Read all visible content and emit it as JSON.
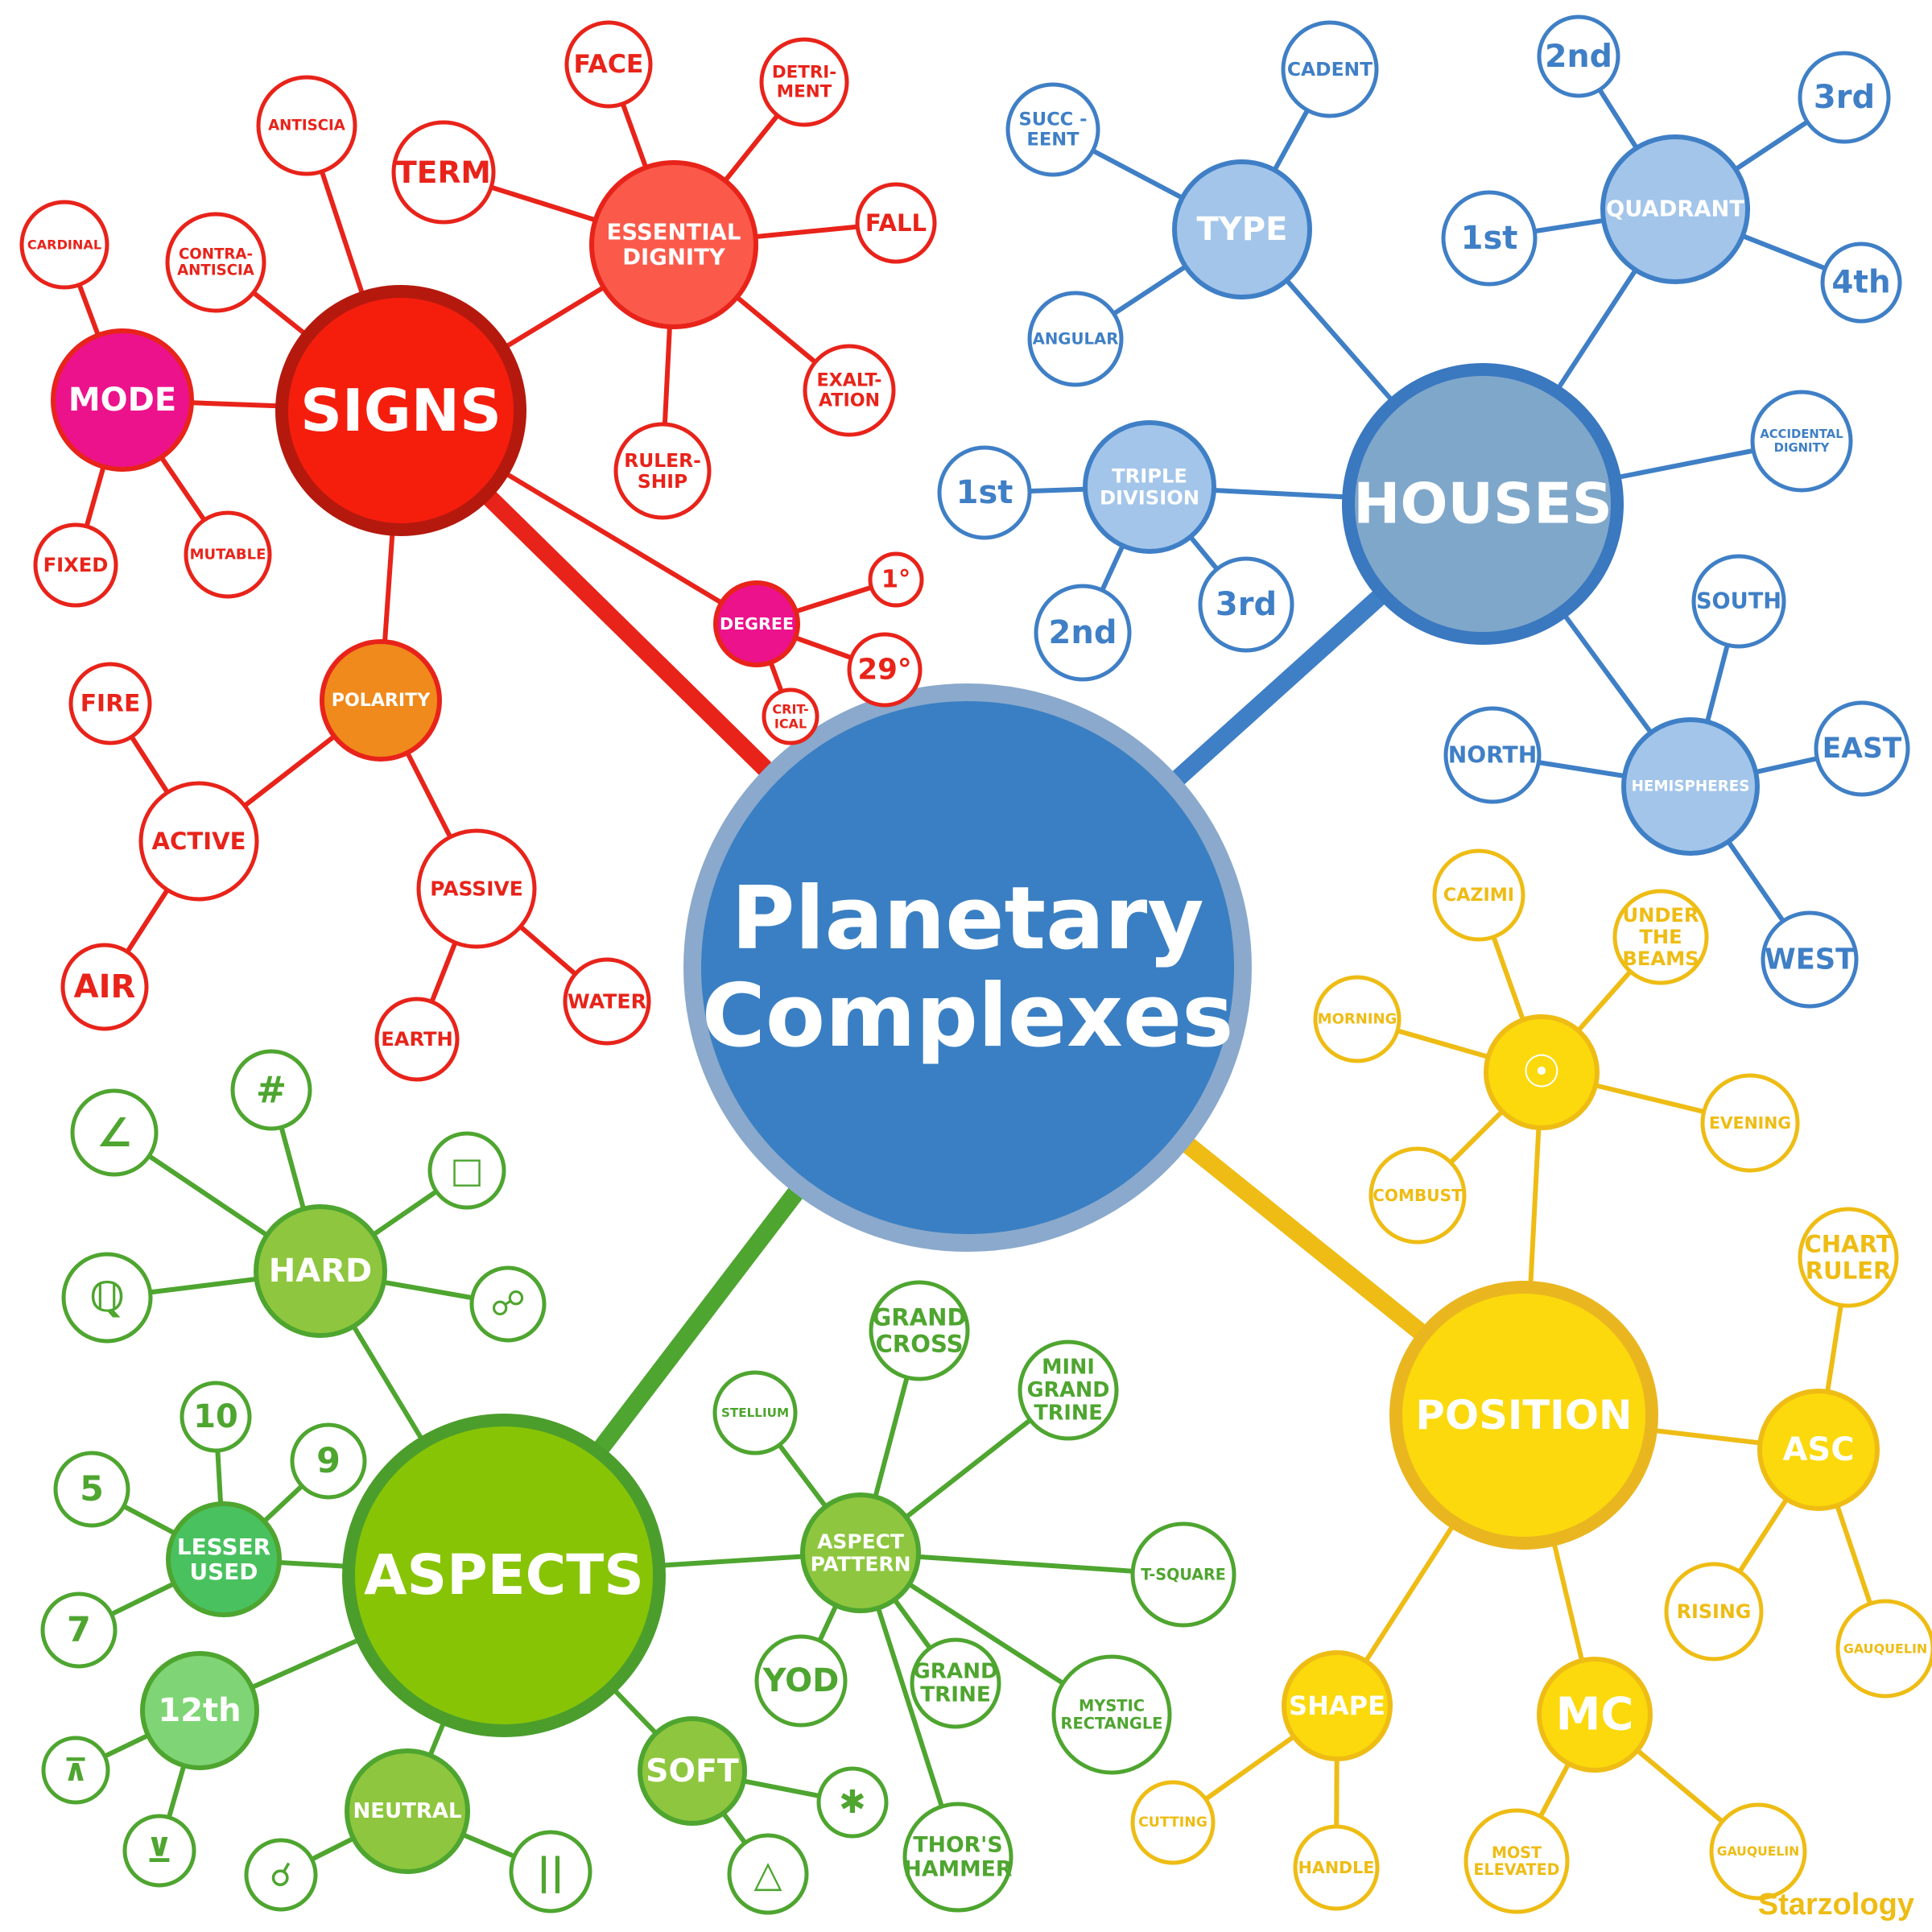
{
  "title_lines": [
    "Planetary",
    "Complexes"
  ],
  "credit": "Starzology",
  "colors": {
    "signs": "#e8231a",
    "houses": "#3f7fc6",
    "aspects": "#4ea52f",
    "position": "#eebc14",
    "center_fill": "#3a7fc3",
    "center_ring": "#8aa9cc",
    "credit": "#eebc14"
  },
  "nodes": [
    {
      "id": "center",
      "lines": [
        "Planetary",
        "Complexes"
      ],
      "color": "center",
      "kind": "center",
      "name": "planetary-complexes-node"
    },
    {
      "id": "signs",
      "lines": [
        "SIGNS"
      ],
      "color": "signs",
      "kind": "hub",
      "fill": "#f51e0d",
      "ring": "#b5190e",
      "name": "signs-node"
    },
    {
      "id": "mode",
      "lines": [
        "MODE"
      ],
      "color": "signs",
      "kind": "filled",
      "fill": "#ec128c",
      "ring": "#e8231a",
      "name": "mode-node"
    },
    {
      "id": "cardinal",
      "lines": [
        "CARDINAL"
      ],
      "color": "signs",
      "name": "cardinal-node"
    },
    {
      "id": "fixed",
      "lines": [
        "FIXED"
      ],
      "color": "signs",
      "name": "fixed-node"
    },
    {
      "id": "mutable",
      "lines": [
        "MUTABLE"
      ],
      "color": "signs",
      "name": "mutable-node"
    },
    {
      "id": "antiscia",
      "lines": [
        "ANTISCIA"
      ],
      "color": "signs",
      "name": "antiscia-node"
    },
    {
      "id": "contra",
      "lines": [
        "CONTRA-",
        "ANTISCIA"
      ],
      "color": "signs",
      "name": "contra-antiscia-node"
    },
    {
      "id": "essential",
      "lines": [
        "ESSENTIAL",
        "DIGNITY"
      ],
      "color": "signs",
      "kind": "filled",
      "fill": "#fb5a4b",
      "ring": "#e8231a",
      "name": "essential-dignity-node"
    },
    {
      "id": "face",
      "lines": [
        "FACE"
      ],
      "color": "signs",
      "name": "face-node"
    },
    {
      "id": "term",
      "lines": [
        "TERM"
      ],
      "color": "signs",
      "name": "term-node"
    },
    {
      "id": "detriment",
      "lines": [
        "DETRI-",
        "MENT"
      ],
      "color": "signs",
      "name": "detriment-node"
    },
    {
      "id": "fall",
      "lines": [
        "FALL"
      ],
      "color": "signs",
      "name": "fall-node"
    },
    {
      "id": "exaltation",
      "lines": [
        "EXALT-",
        "ATION"
      ],
      "color": "signs",
      "name": "exaltation-node"
    },
    {
      "id": "rulership",
      "lines": [
        "RULER-",
        "SHIP"
      ],
      "color": "signs",
      "name": "rulership-node"
    },
    {
      "id": "degree",
      "lines": [
        "DEGREE"
      ],
      "color": "signs",
      "kind": "filled",
      "fill": "#ec128c",
      "ring": "#e8231a",
      "name": "degree-node"
    },
    {
      "id": "deg1",
      "lines": [
        "1°"
      ],
      "color": "signs",
      "name": "degree-1-node"
    },
    {
      "id": "deg29",
      "lines": [
        "29°"
      ],
      "color": "signs",
      "name": "degree-29-node"
    },
    {
      "id": "critical",
      "lines": [
        "CRIT-",
        "ICAL"
      ],
      "color": "signs",
      "name": "critical-node"
    },
    {
      "id": "polarity",
      "lines": [
        "POLARITY"
      ],
      "color": "signs",
      "kind": "filled",
      "fill": "#f08a1c",
      "ring": "#e8231a",
      "name": "polarity-node"
    },
    {
      "id": "active",
      "lines": [
        "ACTIVE"
      ],
      "color": "signs",
      "name": "active-node"
    },
    {
      "id": "passive",
      "lines": [
        "PASSIVE"
      ],
      "color": "signs",
      "name": "passive-node"
    },
    {
      "id": "fire",
      "lines": [
        "FIRE"
      ],
      "color": "signs",
      "name": "fire-node"
    },
    {
      "id": "air",
      "lines": [
        "AIR"
      ],
      "color": "signs",
      "name": "air-node"
    },
    {
      "id": "earth",
      "lines": [
        "EARTH"
      ],
      "color": "signs",
      "name": "earth-node"
    },
    {
      "id": "water",
      "lines": [
        "WATER"
      ],
      "color": "signs",
      "name": "water-node"
    },
    {
      "id": "houses",
      "lines": [
        "HOUSES"
      ],
      "color": "houses",
      "kind": "hub",
      "fill": "#7fa7ca",
      "ring": "#3a78c0",
      "name": "houses-node"
    },
    {
      "id": "type",
      "lines": [
        "TYPE"
      ],
      "color": "houses",
      "kind": "filled",
      "fill": "#a3c5ea",
      "ring": "#3f7fc6",
      "name": "type-node"
    },
    {
      "id": "succeent",
      "lines": [
        "SUCC -",
        "EENT"
      ],
      "color": "houses",
      "name": "succedent-node"
    },
    {
      "id": "cadent",
      "lines": [
        "CADENT"
      ],
      "color": "houses",
      "name": "cadent-node"
    },
    {
      "id": "angular",
      "lines": [
        "ANGULAR"
      ],
      "color": "houses",
      "name": "angular-node"
    },
    {
      "id": "quadrant",
      "lines": [
        "QUADRANT"
      ],
      "color": "houses",
      "kind": "filled",
      "fill": "#a3c5ea",
      "ring": "#3f7fc6",
      "name": "quadrant-node"
    },
    {
      "id": "q1",
      "lines": [
        "1st"
      ],
      "color": "houses",
      "name": "quadrant-1st-node"
    },
    {
      "id": "q2",
      "lines": [
        "2nd"
      ],
      "color": "houses",
      "name": "quadrant-2nd-node"
    },
    {
      "id": "q3",
      "lines": [
        "3rd"
      ],
      "color": "houses",
      "name": "quadrant-3rd-node"
    },
    {
      "id": "q4",
      "lines": [
        "4th"
      ],
      "color": "houses",
      "name": "quadrant-4th-node"
    },
    {
      "id": "accidental",
      "lines": [
        "ACCIDENTAL",
        "DIGNITY"
      ],
      "color": "houses",
      "name": "accidental-dignity-node"
    },
    {
      "id": "triple",
      "lines": [
        "TRIPLE",
        "DIVISION"
      ],
      "color": "houses",
      "kind": "filled",
      "fill": "#a3c5ea",
      "ring": "#3f7fc6",
      "name": "triple-division-node"
    },
    {
      "id": "t1",
      "lines": [
        "1st"
      ],
      "color": "houses",
      "name": "triple-1st-node"
    },
    {
      "id": "t2",
      "lines": [
        "2nd"
      ],
      "color": "houses",
      "name": "triple-2nd-node"
    },
    {
      "id": "t3",
      "lines": [
        "3rd"
      ],
      "color": "houses",
      "name": "triple-3rd-node"
    },
    {
      "id": "hemispheres",
      "lines": [
        "HEMISPHERES"
      ],
      "color": "houses",
      "kind": "filled",
      "fill": "#a3c5ea",
      "ring": "#3f7fc6",
      "name": "hemispheres-node"
    },
    {
      "id": "south",
      "lines": [
        "SOUTH"
      ],
      "color": "houses",
      "name": "south-node"
    },
    {
      "id": "north",
      "lines": [
        "NORTH"
      ],
      "color": "houses",
      "name": "north-node"
    },
    {
      "id": "east",
      "lines": [
        "EAST"
      ],
      "color": "houses",
      "name": "east-node"
    },
    {
      "id": "west",
      "lines": [
        "WEST"
      ],
      "color": "houses",
      "name": "west-node"
    },
    {
      "id": "position",
      "lines": [
        "POSITION"
      ],
      "color": "position",
      "kind": "hub",
      "fill": "#fbd90c",
      "ring": "#eab620",
      "name": "position-node"
    },
    {
      "id": "sun",
      "lines": [
        "☉"
      ],
      "color": "position",
      "kind": "filled",
      "fill": "#fbd90c",
      "ring": "#eebc14",
      "name": "sun-node"
    },
    {
      "id": "cazimi",
      "lines": [
        "CAZIMI"
      ],
      "color": "position",
      "name": "cazimi-node"
    },
    {
      "id": "underbeams",
      "lines": [
        "UNDER",
        "THE",
        "BEAMS"
      ],
      "color": "position",
      "name": "under-the-beams-node"
    },
    {
      "id": "morning",
      "lines": [
        "MORNING"
      ],
      "color": "position",
      "name": "morning-node"
    },
    {
      "id": "evening",
      "lines": [
        "EVENING"
      ],
      "color": "position",
      "name": "evening-node"
    },
    {
      "id": "combust",
      "lines": [
        "COMBUST"
      ],
      "color": "position",
      "name": "combust-node"
    },
    {
      "id": "asc",
      "lines": [
        "ASC"
      ],
      "color": "position",
      "kind": "filled",
      "fill": "#fbd90c",
      "ring": "#eebc14",
      "name": "asc-node"
    },
    {
      "id": "chartruler",
      "lines": [
        "CHART",
        "RULER"
      ],
      "color": "position",
      "name": "chart-ruler-node"
    },
    {
      "id": "rising",
      "lines": [
        "RISING"
      ],
      "color": "position",
      "name": "rising-node"
    },
    {
      "id": "gauquelin1",
      "lines": [
        "GAUQUELIN"
      ],
      "color": "position",
      "name": "gauquelin-asc-node"
    },
    {
      "id": "shape",
      "lines": [
        "SHAPE"
      ],
      "color": "position",
      "kind": "filled",
      "fill": "#fbd90c",
      "ring": "#eebc14",
      "name": "shape-node"
    },
    {
      "id": "cutting",
      "lines": [
        "CUTTING"
      ],
      "color": "position",
      "name": "cutting-node"
    },
    {
      "id": "handle",
      "lines": [
        "HANDLE"
      ],
      "color": "position",
      "name": "handle-node"
    },
    {
      "id": "mc",
      "lines": [
        "MC"
      ],
      "color": "position",
      "kind": "filled",
      "fill": "#fbd90c",
      "ring": "#eebc14",
      "name": "mc-node"
    },
    {
      "id": "mostelevated",
      "lines": [
        "MOST",
        "ELEVATED"
      ],
      "color": "position",
      "name": "most-elevated-node"
    },
    {
      "id": "gauquelin2",
      "lines": [
        "GAUQUELIN"
      ],
      "color": "position",
      "name": "gauquelin-mc-node"
    },
    {
      "id": "aspects",
      "lines": [
        "ASPECTS"
      ],
      "color": "aspects",
      "kind": "hub",
      "fill": "#88c406",
      "ring": "#4b9e2c",
      "name": "aspects-node"
    },
    {
      "id": "hard",
      "lines": [
        "HARD"
      ],
      "color": "aspects",
      "kind": "filled",
      "fill": "#8ec63f",
      "ring": "#4ea52f",
      "name": "hard-node"
    },
    {
      "id": "semisquare",
      "lines": [
        "∠"
      ],
      "color": "aspects",
      "name": "semisquare-node"
    },
    {
      "id": "parallel",
      "lines": [
        "#"
      ],
      "color": "aspects",
      "name": "hash-node"
    },
    {
      "id": "square",
      "lines": [
        "□"
      ],
      "color": "aspects",
      "name": "square-node"
    },
    {
      "id": "sesqui",
      "lines": [
        "ℚ"
      ],
      "color": "aspects",
      "name": "sesquiquadrate-node"
    },
    {
      "id": "opposition",
      "lines": [
        "☍"
      ],
      "color": "aspects",
      "name": "opposition-node"
    },
    {
      "id": "lesser",
      "lines": [
        "LESSER",
        "USED"
      ],
      "color": "aspects",
      "kind": "filled",
      "fill": "#49c15f",
      "ring": "#4ea52f",
      "name": "lesser-used-node"
    },
    {
      "id": "a10",
      "lines": [
        "10"
      ],
      "color": "aspects",
      "name": "aspect-10-node"
    },
    {
      "id": "a9",
      "lines": [
        "9"
      ],
      "color": "aspects",
      "name": "aspect-9-node"
    },
    {
      "id": "a5",
      "lines": [
        "5"
      ],
      "color": "aspects",
      "name": "aspect-5-node"
    },
    {
      "id": "a7",
      "lines": [
        "7"
      ],
      "color": "aspects",
      "name": "aspect-7-node"
    },
    {
      "id": "twelfth",
      "lines": [
        "12th"
      ],
      "color": "aspects",
      "kind": "filled",
      "fill": "#7fd575",
      "ring": "#4ea52f",
      "name": "twelfth-node"
    },
    {
      "id": "quincunx",
      "lines": [
        "⊼"
      ],
      "color": "aspects",
      "name": "quincunx-node"
    },
    {
      "id": "semisextile",
      "lines": [
        "⊻"
      ],
      "color": "aspects",
      "name": "semisextile-node"
    },
    {
      "id": "neutral",
      "lines": [
        "NEUTRAL"
      ],
      "color": "aspects",
      "kind": "filled",
      "fill": "#8ec63f",
      "ring": "#4ea52f",
      "name": "neutral-node"
    },
    {
      "id": "conjunction",
      "lines": [
        "☌"
      ],
      "color": "aspects",
      "name": "conjunction-node"
    },
    {
      "id": "parallelbar",
      "lines": [
        "||"
      ],
      "color": "aspects",
      "name": "parallel-node"
    },
    {
      "id": "soft",
      "lines": [
        "SOFT"
      ],
      "color": "aspects",
      "kind": "filled",
      "fill": "#8ec63f",
      "ring": "#4ea52f",
      "name": "soft-node"
    },
    {
      "id": "sextile",
      "lines": [
        "✱"
      ],
      "color": "aspects",
      "name": "sextile-node"
    },
    {
      "id": "trine",
      "lines": [
        "△"
      ],
      "color": "aspects",
      "name": "trine-node"
    },
    {
      "id": "pattern",
      "lines": [
        "ASPECT",
        "PATTERN"
      ],
      "color": "aspects",
      "kind": "filled",
      "fill": "#8ec63f",
      "ring": "#4ea52f",
      "name": "aspect-pattern-node"
    },
    {
      "id": "stellium",
      "lines": [
        "STELLIUM"
      ],
      "color": "aspects",
      "name": "stellium-node"
    },
    {
      "id": "grandcross",
      "lines": [
        "GRAND",
        "CROSS"
      ],
      "color": "aspects",
      "name": "grand-cross-node"
    },
    {
      "id": "minigrand",
      "lines": [
        "MINI",
        "GRAND",
        "TRINE"
      ],
      "color": "aspects",
      "name": "mini-grand-trine-node"
    },
    {
      "id": "tsquare",
      "lines": [
        "T-SQUARE"
      ],
      "color": "aspects",
      "name": "t-square-node"
    },
    {
      "id": "mystic",
      "lines": [
        "MYSTIC",
        "RECTANGLE"
      ],
      "color": "aspects",
      "name": "mystic-rectangle-node"
    },
    {
      "id": "thor",
      "lines": [
        "THOR'S",
        "HAMMER"
      ],
      "color": "aspects",
      "name": "thors-hammer-node"
    },
    {
      "id": "grandtrine",
      "lines": [
        "GRAND",
        "TRINE"
      ],
      "color": "aspects",
      "name": "grand-trine-node"
    },
    {
      "id": "yod",
      "lines": [
        "YOD"
      ],
      "color": "aspects",
      "name": "yod-node"
    }
  ],
  "links": [
    [
      "center",
      "signs",
      "thick"
    ],
    [
      "center",
      "houses",
      "thick"
    ],
    [
      "center",
      "aspects",
      "thick"
    ],
    [
      "center",
      "position",
      "thick"
    ],
    [
      "signs",
      "mode"
    ],
    [
      "mode",
      "cardinal"
    ],
    [
      "mode",
      "fixed"
    ],
    [
      "mode",
      "mutable"
    ],
    [
      "signs",
      "antiscia"
    ],
    [
      "signs",
      "contra"
    ],
    [
      "signs",
      "essential"
    ],
    [
      "essential",
      "face"
    ],
    [
      "essential",
      "term"
    ],
    [
      "essential",
      "detriment"
    ],
    [
      "essential",
      "fall"
    ],
    [
      "essential",
      "exaltation"
    ],
    [
      "essential",
      "rulership"
    ],
    [
      "signs",
      "degree"
    ],
    [
      "degree",
      "deg1"
    ],
    [
      "degree",
      "deg29"
    ],
    [
      "degree",
      "critical"
    ],
    [
      "signs",
      "polarity"
    ],
    [
      "polarity",
      "active"
    ],
    [
      "polarity",
      "passive"
    ],
    [
      "active",
      "fire"
    ],
    [
      "active",
      "air"
    ],
    [
      "passive",
      "earth"
    ],
    [
      "passive",
      "water"
    ],
    [
      "houses",
      "type"
    ],
    [
      "type",
      "succeent"
    ],
    [
      "type",
      "cadent"
    ],
    [
      "type",
      "angular"
    ],
    [
      "houses",
      "quadrant"
    ],
    [
      "quadrant",
      "q1"
    ],
    [
      "quadrant",
      "q2"
    ],
    [
      "quadrant",
      "q3"
    ],
    [
      "quadrant",
      "q4"
    ],
    [
      "houses",
      "accidental"
    ],
    [
      "houses",
      "triple"
    ],
    [
      "triple",
      "t1"
    ],
    [
      "triple",
      "t2"
    ],
    [
      "triple",
      "t3"
    ],
    [
      "houses",
      "hemispheres"
    ],
    [
      "hemispheres",
      "south"
    ],
    [
      "hemispheres",
      "north"
    ],
    [
      "hemispheres",
      "east"
    ],
    [
      "hemispheres",
      "west"
    ],
    [
      "position",
      "sun"
    ],
    [
      "sun",
      "cazimi"
    ],
    [
      "sun",
      "underbeams"
    ],
    [
      "sun",
      "morning"
    ],
    [
      "sun",
      "evening"
    ],
    [
      "sun",
      "combust"
    ],
    [
      "position",
      "asc"
    ],
    [
      "asc",
      "chartruler"
    ],
    [
      "asc",
      "rising"
    ],
    [
      "asc",
      "gauquelin1"
    ],
    [
      "position",
      "shape"
    ],
    [
      "shape",
      "cutting"
    ],
    [
      "shape",
      "handle"
    ],
    [
      "position",
      "mc"
    ],
    [
      "mc",
      "mostelevated"
    ],
    [
      "mc",
      "gauquelin2"
    ],
    [
      "aspects",
      "hard"
    ],
    [
      "hard",
      "semisquare"
    ],
    [
      "hard",
      "parallel"
    ],
    [
      "hard",
      "square"
    ],
    [
      "hard",
      "sesqui"
    ],
    [
      "hard",
      "opposition"
    ],
    [
      "aspects",
      "lesser"
    ],
    [
      "lesser",
      "a10"
    ],
    [
      "lesser",
      "a9"
    ],
    [
      "lesser",
      "a5"
    ],
    [
      "lesser",
      "a7"
    ],
    [
      "aspects",
      "twelfth"
    ],
    [
      "twelfth",
      "quincunx"
    ],
    [
      "twelfth",
      "semisextile"
    ],
    [
      "aspects",
      "neutral"
    ],
    [
      "neutral",
      "conjunction"
    ],
    [
      "neutral",
      "parallelbar"
    ],
    [
      "aspects",
      "soft"
    ],
    [
      "soft",
      "sextile"
    ],
    [
      "soft",
      "trine"
    ],
    [
      "aspects",
      "pattern"
    ],
    [
      "pattern",
      "stellium"
    ],
    [
      "pattern",
      "grandcross"
    ],
    [
      "pattern",
      "minigrand"
    ],
    [
      "pattern",
      "tsquare"
    ],
    [
      "pattern",
      "mystic"
    ],
    [
      "pattern",
      "thor"
    ],
    [
      "pattern",
      "grandtrine"
    ],
    [
      "pattern",
      "yod"
    ]
  ]
}
